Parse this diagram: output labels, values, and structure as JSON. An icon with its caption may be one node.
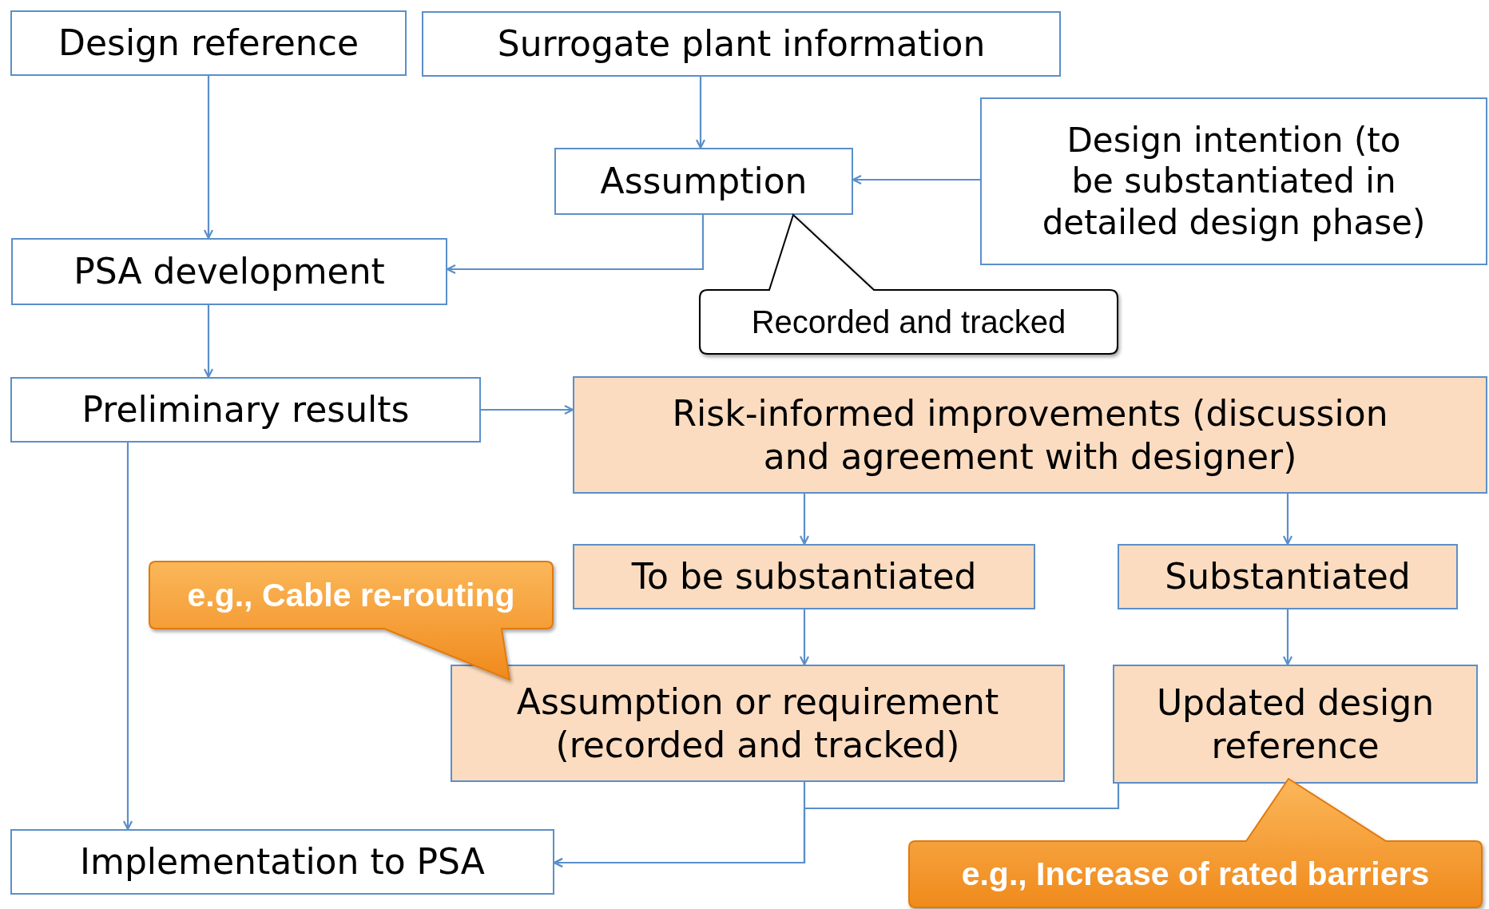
{
  "diagram": {
    "nodes": [
      {
        "text": [
          "Design reference"
        ]
      },
      {
        "text": [
          "Surrogate plant information"
        ]
      },
      {
        "text": [
          "Assumption"
        ]
      },
      {
        "text": [
          "Design intention (to be substantiated in detailed design phase)"
        ]
      },
      {
        "text": [
          "PSA development"
        ]
      },
      {
        "text": [
          "Recorded and tracked"
        ]
      },
      {
        "text": [
          "Preliminary results"
        ]
      },
      {
        "text": [
          "Risk-informed improvements (discussion and agreement with designer)"
        ]
      },
      {
        "text": [
          "To be substantiated"
        ]
      },
      {
        "text": [
          "Substantiated"
        ]
      },
      {
        "text": [
          "e.g., Cable re-routing"
        ]
      },
      {
        "text": [
          "Assumption or requirement (recorded and tracked)"
        ]
      },
      {
        "text": [
          "Updated design reference"
        ]
      },
      {
        "text": [
          "Implementation to PSA"
        ]
      },
      {
        "text": [
          "e.g., Increase of rated barriers"
        ]
      }
    ],
    "edges": [
      {
        "from": 0,
        "to": 4,
        "arrow": "to"
      },
      {
        "from": 1,
        "to": 2,
        "arrow": "to"
      },
      {
        "from": 3,
        "to": 2,
        "arrow": "to"
      },
      {
        "from": 2,
        "to": 4,
        "arrow": "to"
      },
      {
        "from": 4,
        "to": 6,
        "arrow": "to"
      },
      {
        "from": 6,
        "to": 7,
        "arrow": "to"
      },
      {
        "from": 6,
        "to": 13,
        "arrow": "to"
      },
      {
        "from": 7,
        "to": 8,
        "arrow": "to"
      },
      {
        "from": 7,
        "to": 9,
        "arrow": "to"
      },
      {
        "from": 8,
        "to": 11,
        "arrow": "to"
      },
      {
        "from": 9,
        "to": 12,
        "arrow": "to"
      },
      {
        "from": 11,
        "to": 13,
        "arrow": "to"
      },
      {
        "from": 12,
        "to": 13,
        "arrow": "to"
      }
    ]
  }
}
